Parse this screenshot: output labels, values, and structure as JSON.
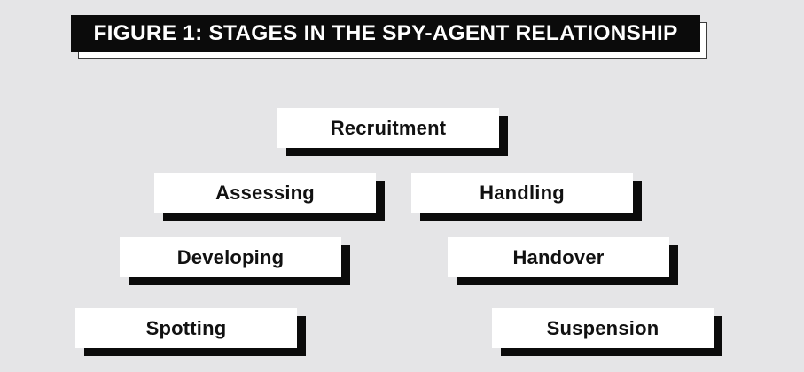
{
  "figure": {
    "background_color": "#e5e5e7",
    "title": "FIGURE 1: STAGES IN THE SPY-AGENT RELATIONSHIP",
    "title_bar_color": "#0b0b0b",
    "title_text_color": "#ffffff",
    "box_fill_color": "#ffffff",
    "box_shadow_color": "#0b0b0b",
    "box_text_color": "#111111"
  },
  "stages": [
    {
      "id": "recruitment",
      "label": "Recruitment"
    },
    {
      "id": "assessing",
      "label": "Assessing"
    },
    {
      "id": "handling",
      "label": "Handling"
    },
    {
      "id": "developing",
      "label": "Developing"
    },
    {
      "id": "handover",
      "label": "Handover"
    },
    {
      "id": "spotting",
      "label": "Spotting"
    },
    {
      "id": "suspension",
      "label": "Suspension"
    }
  ]
}
